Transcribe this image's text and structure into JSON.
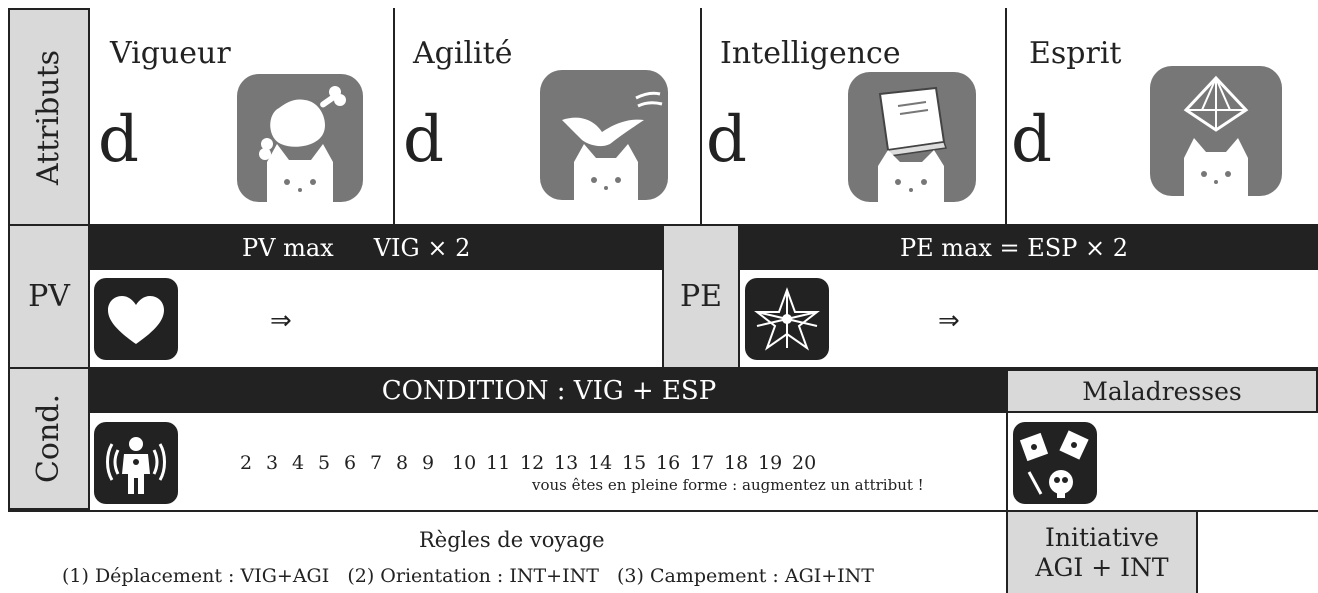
{
  "attributes": {
    "section_label": "Attributs",
    "die_symbol": "d",
    "items": [
      {
        "name": "Vigueur",
        "icon": "meat-cat-icon"
      },
      {
        "name": "Agilité",
        "icon": "bird-cat-icon"
      },
      {
        "name": "Intelligence",
        "icon": "book-cat-icon"
      },
      {
        "name": "Esprit",
        "icon": "crystal-cat-icon"
      }
    ]
  },
  "pv": {
    "label": "PV",
    "formula_name": "PV max",
    "formula": "VIG × 2",
    "arrow": "⇒",
    "icon": "heart-icon"
  },
  "pe": {
    "label": "PE",
    "formula": "PE max = ESP × 2",
    "arrow": "⇒",
    "icon": "star-icon"
  },
  "condition": {
    "label": "Cond.",
    "title": "CONDITION : VIG + ESP",
    "track": [
      "2",
      "3",
      "4",
      "5",
      "6",
      "7",
      "8",
      "9",
      "10",
      "11",
      "12",
      "13",
      "14",
      "15",
      "16",
      "17",
      "18",
      "19",
      "20"
    ],
    "note": "vous êtes en pleine forme : augmentez un attribut !",
    "icon": "body-pain-icon"
  },
  "maladresses": {
    "label": "Maladresses",
    "icon": "dice-skull-icon"
  },
  "travel": {
    "title": "Règles de voyage",
    "line": "(1) Déplacement : VIG+AGI   (2) Orientation : INT+INT   (3) Campement : AGI+INT"
  },
  "initiative": {
    "label": "Initiative",
    "formula": "AGI + INT"
  }
}
